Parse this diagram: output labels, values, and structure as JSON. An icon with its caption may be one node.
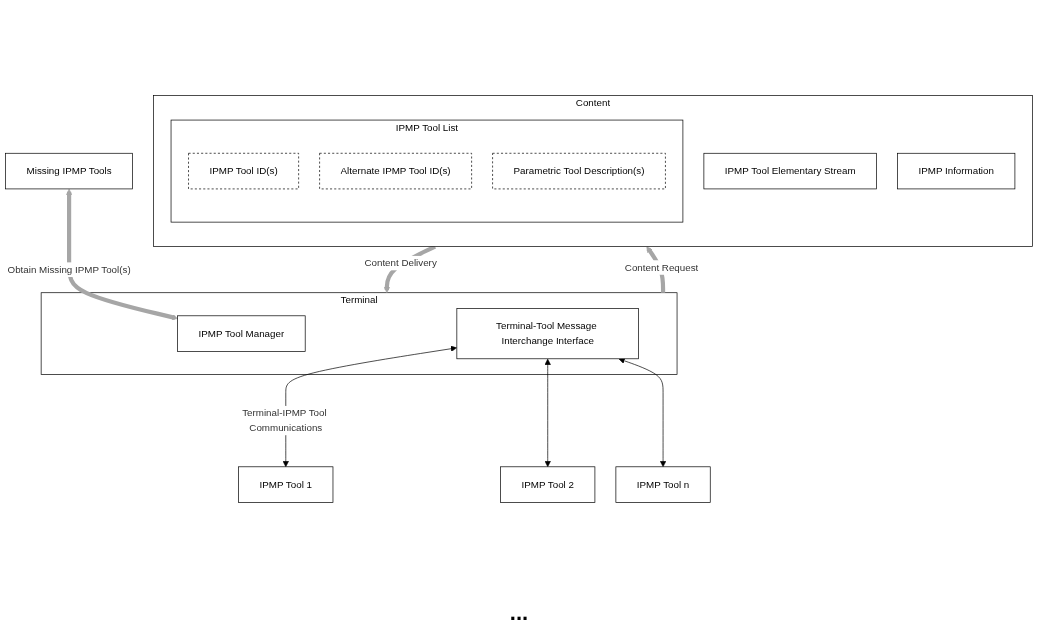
{
  "diagram": {
    "nodes": [
      {
        "text": [
          "Missing IPMP Tools"
        ]
      },
      {
        "text": [
          "Content"
        ]
      },
      {
        "text": [
          "IPMP Tool List"
        ],
        "in": 1
      },
      {
        "text": [
          "IPMP Tool ID(s)"
        ],
        "in": 2
      },
      {
        "text": [
          "Alternate IPMP Tool ID(s)"
        ],
        "in": 2
      },
      {
        "text": [
          "Parametric Tool Description(s)"
        ],
        "in": 2
      },
      {
        "text": [
          "IPMP Tool Elementary Stream"
        ],
        "in": 1
      },
      {
        "text": [
          "IPMP Information"
        ],
        "in": 1
      },
      {
        "text": [
          "Terminal"
        ]
      },
      {
        "text": [
          "IPMP Tool Manager"
        ],
        "in": 8
      },
      {
        "text": [
          "Terminal-Tool Message Interchange Interface"
        ],
        "in": 8
      },
      {
        "text": [
          "IPMP Tool 1"
        ]
      },
      {
        "text": [
          "IPMP Tool 2"
        ]
      },
      {
        "text": [
          "IPMP Tool n"
        ]
      }
    ],
    "edges": [
      {
        "from": 0,
        "to": 9,
        "arrow": "both",
        "label": "Obtain Missing IPMP Tool(s)",
        "style": "thick",
        "color": "#a6a6a6"
      },
      {
        "from": 8,
        "to": 1,
        "arrow": "to",
        "label": "Content Request",
        "style": "thick",
        "color": "#a6a6a6"
      },
      {
        "from": 1,
        "to": 8,
        "arrow": "to",
        "label": "Content Delivery",
        "style": "thick",
        "color": "#a6a6a6"
      },
      {
        "from": 10,
        "to": 11,
        "arrow": "both",
        "label": "Terminal-IPMP Tool Communications",
        "color": "#000000"
      },
      {
        "from": 10,
        "to": 12,
        "arrow": "both",
        "color": "#000000"
      },
      {
        "from": 10,
        "to": 13,
        "arrow": "both",
        "color": "#000000"
      }
    ],
    "labels": [
      "..."
    ]
  }
}
